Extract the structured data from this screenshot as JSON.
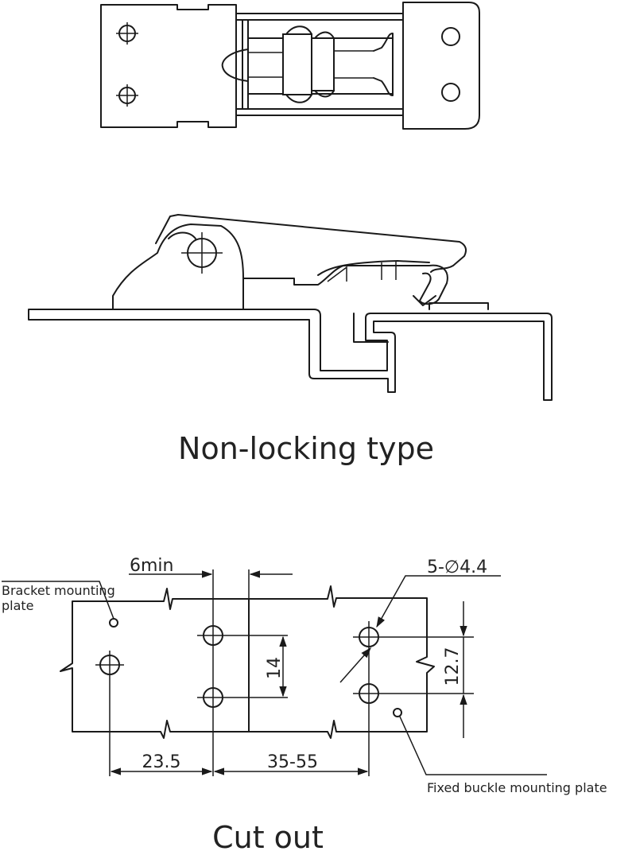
{
  "colors": {
    "line": "#1a1a1a",
    "background": "#ffffff"
  },
  "top_view": {},
  "side_view": {
    "caption": "Non-locking type"
  },
  "cutout": {
    "caption": "Cut out",
    "dim_min_gap": "6min",
    "dim_holes": "5-∅4.4",
    "dim_vertical_14": "14",
    "dim_vertical_127": "12.7",
    "dim_horizontal_235": "23.5",
    "dim_horizontal_3555": "35-55",
    "label_bracket_line1": "Bracket mounting",
    "label_bracket_line2": "plate",
    "label_fixed": "Fixed buckle mounting plate"
  }
}
